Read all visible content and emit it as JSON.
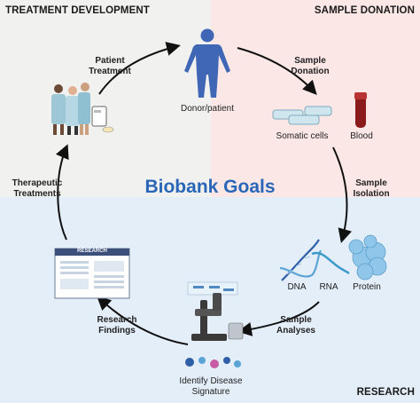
{
  "title": "Biobank Goals",
  "quadrants": {
    "treatment_development": "TREATMENT DEVELOPMENT",
    "sample_donation": "SAMPLE DONATION",
    "research": "RESEARCH"
  },
  "nodes": {
    "donor": "Donor/patient",
    "somatic_cells": "Somatic cells",
    "blood": "Blood",
    "dna": "DNA",
    "rna": "RNA",
    "protein": "Protein",
    "signature_line1": "Identify Disease",
    "signature_line2": "Signature",
    "report_header": "RESEARCH"
  },
  "steps": {
    "patient_treatment_1": "Patient",
    "patient_treatment_2": "Treatment",
    "sample_donation_1": "Sample",
    "sample_donation_2": "Donation",
    "sample_isolation_1": "Sample",
    "sample_isolation_2": "Isolation",
    "sample_analyses_1": "Sample",
    "sample_analyses_2": "Analyses",
    "research_findings_1": "Research",
    "research_findings_2": "Findings",
    "therapeutic_1": "Therapeutic",
    "therapeutic_2": "Treatments"
  },
  "colors": {
    "title": "#2a66b8",
    "donor": "#3f67b5",
    "blood": "#8b1a1a",
    "dna": "#2f5fa8",
    "rna": "#3a9ac9",
    "protein": "#8fc6ea"
  }
}
